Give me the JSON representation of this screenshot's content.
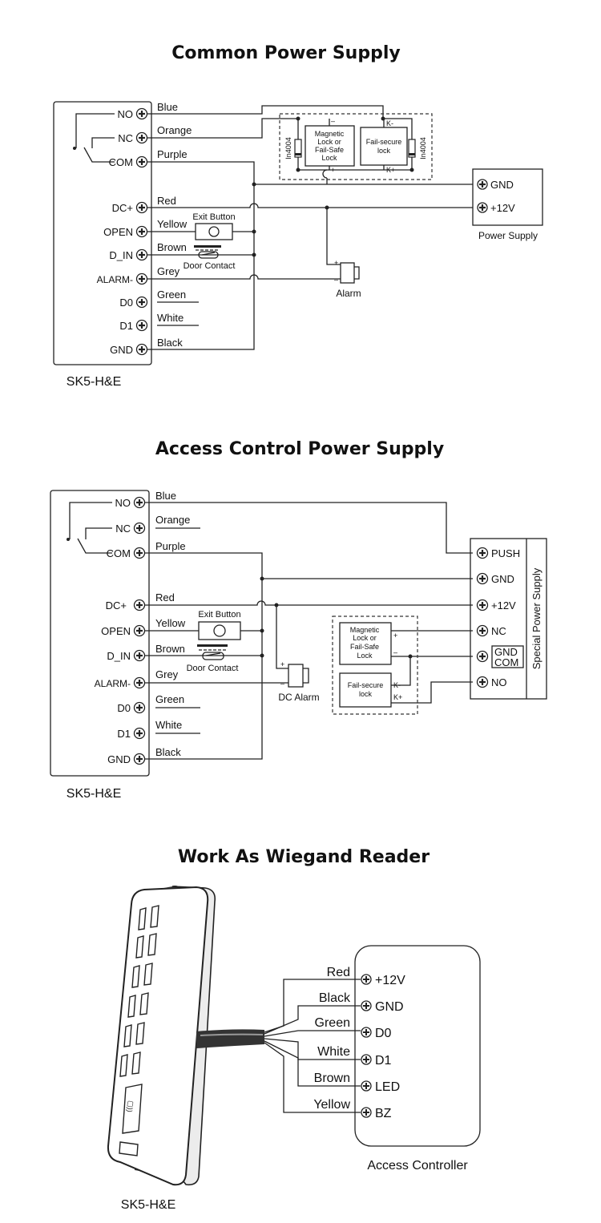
{
  "d1": {
    "title": "Common Power Supply",
    "device_name": "SK5-H&E",
    "terminals": [
      "NO",
      "NC",
      "COM",
      "DC+",
      "OPEN",
      "D_IN",
      "ALARM-",
      "D0",
      "D1",
      "GND"
    ],
    "wires": [
      "Blue",
      "Orange",
      "Purple",
      "Red",
      "Yellow",
      "Brown",
      "Grey",
      "Green",
      "White",
      "Black"
    ],
    "exit_button": "Exit Button",
    "door_contact": "Door Contact",
    "mag_lock": [
      "Magnetic",
      "Lock or",
      "Fail-Safe",
      "Lock"
    ],
    "fail_secure": [
      "Fail-secure",
      "lock"
    ],
    "diode": "In4004",
    "minus": "–",
    "plus": "+",
    "k_minus": "K-",
    "k_plus": "K+",
    "psu_terminals": [
      "GND",
      "+12V"
    ],
    "psu_label": "Power Supply",
    "alarm_label": "Alarm"
  },
  "d2": {
    "title": "Access Control Power Supply",
    "device_name": "SK5-H&E",
    "terminals": [
      "NO",
      "NC",
      "COM",
      "DC+",
      "OPEN",
      "D_IN",
      "ALARM-",
      "D0",
      "D1",
      "GND"
    ],
    "wires": [
      "Blue",
      "Orange",
      "Purple",
      "Red",
      "Yellow",
      "Brown",
      "Grey",
      "Green",
      "White",
      "Black"
    ],
    "exit_button": "Exit Button",
    "door_contact": "Door Contact",
    "mag_lock": [
      "Magnetic",
      "Lock or",
      "Fail-Safe",
      "Lock"
    ],
    "fail_secure": [
      "Fail-secure",
      "lock"
    ],
    "plus": "+",
    "minus": "–",
    "k_minus": "K-",
    "k_plus": "K+",
    "psu_terminals": [
      "PUSH",
      "GND",
      "+12V",
      "NC"
    ],
    "psu_gnd_com": [
      "GND",
      "COM"
    ],
    "psu_no": "NO",
    "psu_label": "Special Power Supply",
    "alarm_label": "DC Alarm"
  },
  "d3": {
    "title": "Work As Wiegand Reader",
    "device_name": "SK5-H&E",
    "wires": [
      "Red",
      "Black",
      "Green",
      "White",
      "Brown",
      "Yellow"
    ],
    "terminals": [
      "+12V",
      "GND",
      "D0",
      "D1",
      "LED",
      "BZ"
    ],
    "controller_label": "Access Controller"
  }
}
